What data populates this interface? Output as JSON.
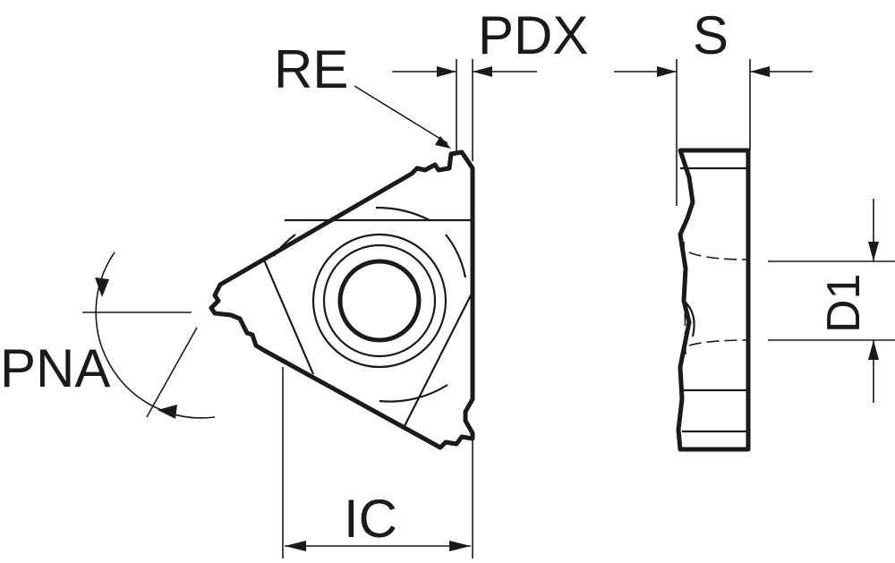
{
  "labels": {
    "re": "RE",
    "pdx": "PDX",
    "s": "S",
    "pna": "PNA",
    "ic": "IC",
    "d1": "D1"
  }
}
